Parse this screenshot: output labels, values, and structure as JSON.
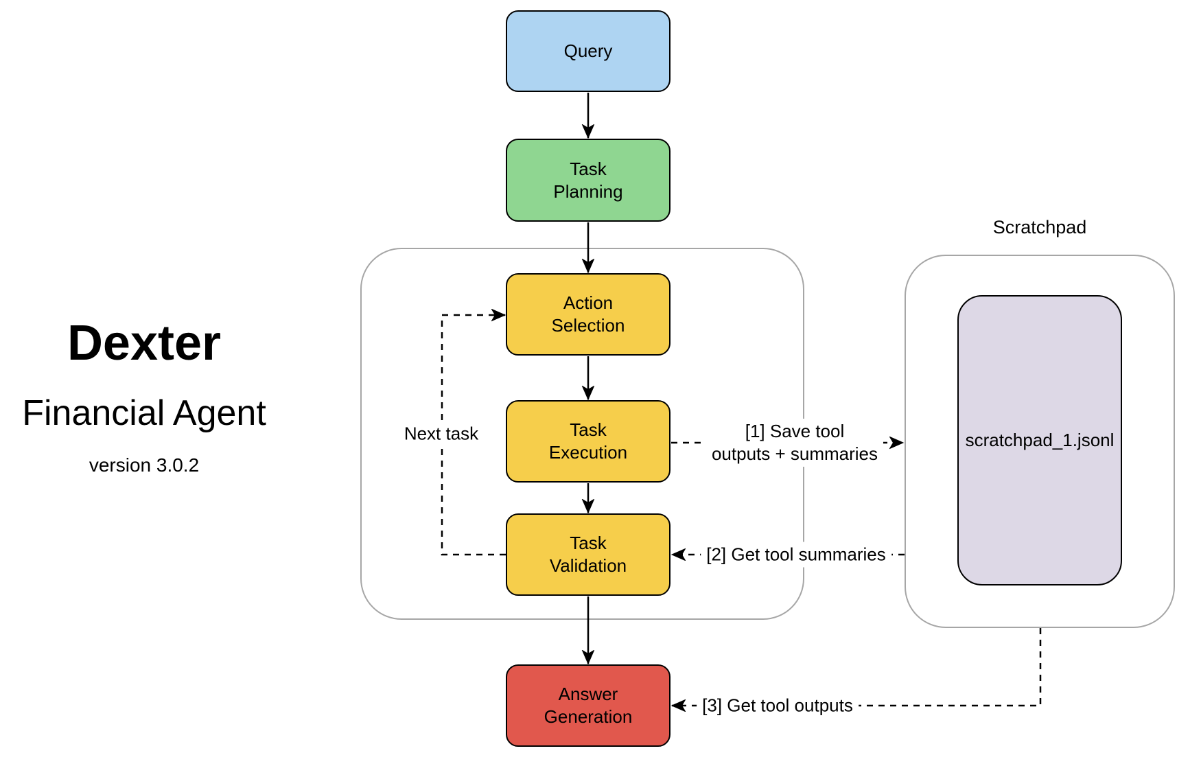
{
  "brand": {
    "title": "Dexter",
    "subtitle": "Financial Agent",
    "version": "version 3.0.2"
  },
  "flow": {
    "query": {
      "label": "Query",
      "color": "#AED4F2"
    },
    "task_planning": {
      "label": "Task\nPlanning",
      "color": "#8FD691"
    },
    "action_selection": {
      "label": "Action\nSelection",
      "color": "#F6CE4B"
    },
    "task_execution": {
      "label": "Task\nExecution",
      "color": "#F6CE4B"
    },
    "task_validation": {
      "label": "Task\nValidation",
      "color": "#F6CE4B"
    },
    "answer_generation": {
      "label": "Answer\nGeneration",
      "color": "#E1584D"
    }
  },
  "scratchpad": {
    "title": "Scratchpad",
    "file_label": "scratchpad_1.jsonl",
    "file_color": "#DDD8E6"
  },
  "edge_labels": {
    "next_task": "Next task",
    "save_outputs": "[1] Save tool\noutputs + summaries",
    "get_summaries": "[2] Get tool summaries",
    "get_outputs": "[3] Get tool outputs"
  },
  "frame_border_color": "#A6A6A6",
  "node_border_color": "#000000"
}
